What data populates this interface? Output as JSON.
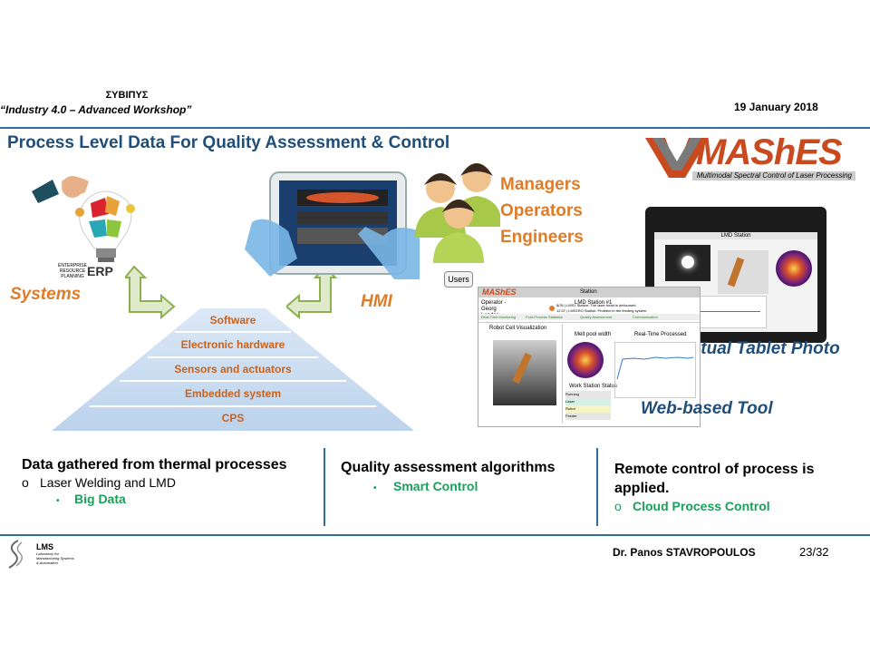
{
  "header": {
    "org": "ΣΥΒΙΠΥΣ",
    "workshop": "“Industry 4.0 – Advanced Workshop”",
    "date": "19 January  2018"
  },
  "title": "Process Level Data For Quality Assessment & Control",
  "left": {
    "erp_lines": [
      "ENTERPRISE",
      "RESOURCE",
      "PLANNING"
    ],
    "erp": "ERP",
    "systems": "Systems",
    "hmi": "HMI"
  },
  "roles": [
    "Managers",
    "Operators",
    "Engineers"
  ],
  "users_badge": "Users",
  "pyramid": [
    "Software",
    "Electronic hardware",
    "Sensors and actuators",
    "Embedded system",
    "CPS"
  ],
  "logo": {
    "name": "MAShES",
    "tagline": "Multimodal Spectral Control of Laser Processing"
  },
  "web_tool": {
    "logo": "MAShES",
    "station": "Station",
    "operator": "Operator - Georg Lender",
    "station_title": "LMD Station #1",
    "tabs": [
      "Real-Time Monitoring",
      "Post-Process Statistics",
      "Quality Assessment",
      "Communication"
    ],
    "msg1": "8/26 | LMS1 Station: The laser head is defocused",
    "msg2": "12:37 | LMS1RO Station: Problem in the feeding system",
    "cell_viz": "Robot Cell Visualization",
    "melt": "Melt pool width",
    "rt": "Real-Time Processed",
    "ws_status": "Work Station Status",
    "status_rows": [
      "Running",
      "Laser",
      "Robot",
      "Feeder"
    ]
  },
  "tablet_title": "LMD Station",
  "labels": {
    "tablet_photo": "Actual Tablet Photo",
    "web_tool": "Web-based Tool"
  },
  "bottom": {
    "col1": {
      "head": "Data gathered from thermal processes",
      "sub": "Laser Welding and LMD",
      "bullet": "Big Data"
    },
    "col2": {
      "head": "Quality assessment algorithms",
      "bullet": "Smart Control"
    },
    "col3": {
      "head": "Remote control of process is applied.",
      "bullet": "Cloud Process Control"
    }
  },
  "footer": {
    "lms": "LMS",
    "lms_sub": [
      "Laboratory for",
      "Manufacturing Systems",
      "& Automation"
    ],
    "presenter": "Dr. Panos STAVROPOULOS",
    "page": "23/32"
  },
  "colors": {
    "accent": "#1f4e79",
    "orange": "#e07b27",
    "green": "#1aa05a",
    "rule": "#2e6ea6"
  }
}
